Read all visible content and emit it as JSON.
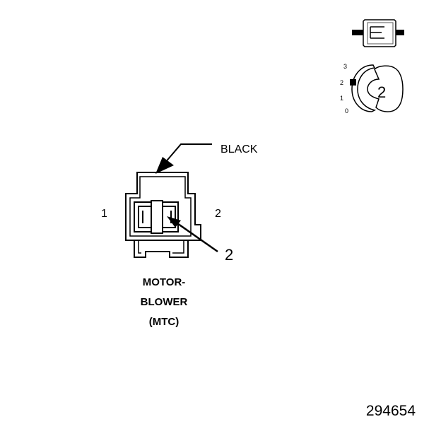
{
  "figure_number": "294654",
  "connector": {
    "color_label": "BLACK",
    "pin_labels": [
      "1",
      "2"
    ],
    "callout": "2",
    "name_lines": [
      "MOTOR-",
      "BLOWER",
      "(MTC)"
    ]
  },
  "key_icon": {
    "position_labels": [
      "3",
      "2",
      "1",
      "0"
    ],
    "selected_position": "2",
    "badge": "2"
  },
  "colors": {
    "line": "#000000",
    "background": "#ffffff"
  }
}
